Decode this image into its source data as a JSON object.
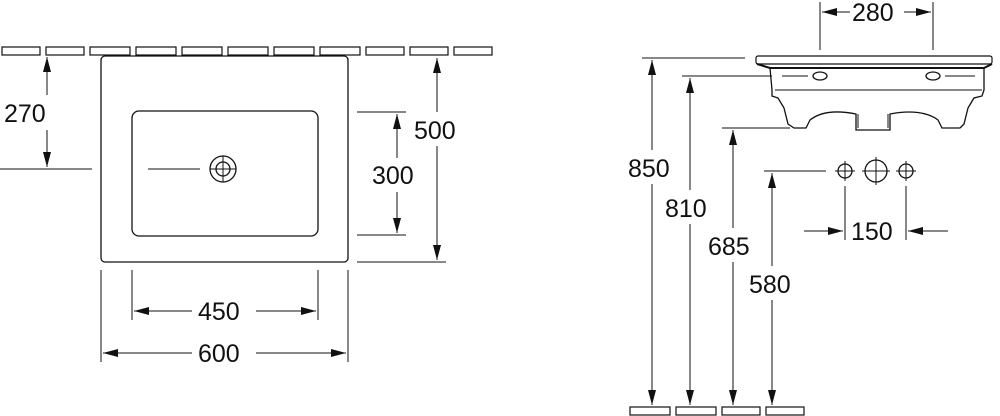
{
  "top_view": {
    "dim_width_overall": "600",
    "dim_width_bowl": "450",
    "dim_depth_overall": "500",
    "dim_depth_bowl": "300",
    "dim_drain_offset": "270"
  },
  "side_view": {
    "dim_tap_spacing": "280",
    "dim_height_rim": "850",
    "dim_height_top": "810",
    "dim_height_underside": "685",
    "dim_height_connections": "580",
    "dim_connection_spacing": "150"
  }
}
